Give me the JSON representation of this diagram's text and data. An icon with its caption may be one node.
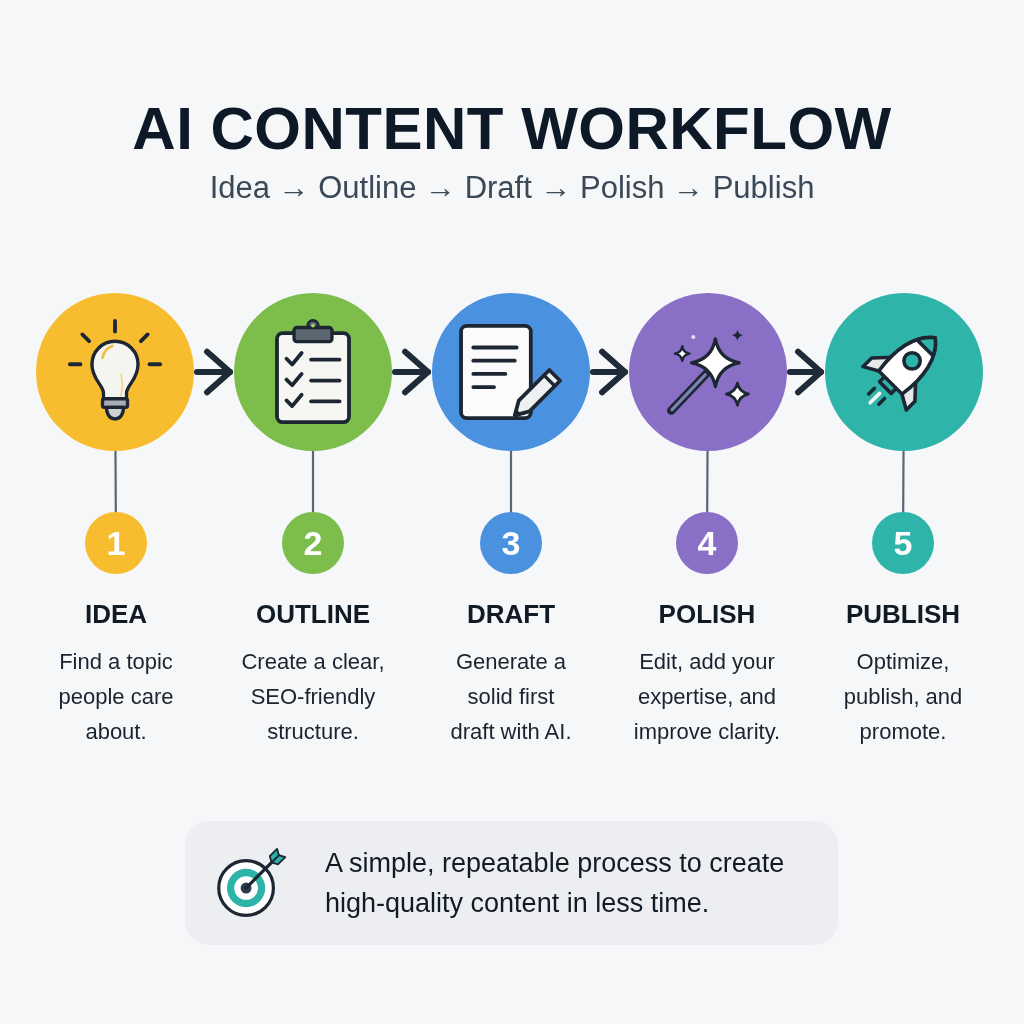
{
  "diagram": {
    "title": "AI CONTENT WORKFLOW",
    "nodes": [
      {
        "text": [],
        "shape": "circle"
      },
      {
        "text": [],
        "shape": "circle"
      },
      {
        "text": [],
        "shape": "circle"
      },
      {
        "text": [],
        "shape": "circle"
      },
      {
        "text": [],
        "shape": "circle"
      },
      {
        "text": [
          "1"
        ],
        "beside": [
          "IDEA",
          "Find a topic people care about."
        ]
      },
      {
        "text": [
          "2"
        ],
        "beside": [
          "OUTLINE",
          "Create a clear, SEO-friendly structure."
        ]
      },
      {
        "text": [
          "3"
        ],
        "beside": [
          "DRAFT",
          "Generate a solid first draft with AI."
        ]
      },
      {
        "text": [
          "4"
        ],
        "beside": [
          "POLISH",
          "Edit, add your expertise, and improve clarity."
        ]
      },
      {
        "text": [
          "5"
        ],
        "beside": [
          "PUBLISH",
          "Optimize, publish, and promote."
        ]
      },
      {
        "text": [
          "A simple, repeatable process to create high-quality content in less time."
        ]
      }
    ],
    "edges": [
      {
        "from": 0,
        "to": 1,
        "arrow": "to",
        "style": "thick",
        "color": "#1e2b38"
      },
      {
        "from": 1,
        "to": 2,
        "arrow": "to",
        "style": "thick",
        "color": "#1e2b38"
      },
      {
        "from": 2,
        "to": 3,
        "arrow": "to",
        "style": "thick",
        "color": "#1e2b38"
      },
      {
        "from": 3,
        "to": 4,
        "arrow": "to",
        "style": "thick",
        "color": "#1e2b38"
      },
      {
        "from": 0,
        "to": 5,
        "arrow": "none"
      },
      {
        "from": 1,
        "to": 6,
        "arrow": "none"
      },
      {
        "from": 2,
        "to": 7,
        "arrow": "none"
      },
      {
        "from": 3,
        "to": 8,
        "arrow": "none"
      },
      {
        "from": 4,
        "to": 9,
        "arrow": "none"
      }
    ],
    "labels": [
      "Idea → Outline → Draft → Polish → Publish"
    ]
  }
}
